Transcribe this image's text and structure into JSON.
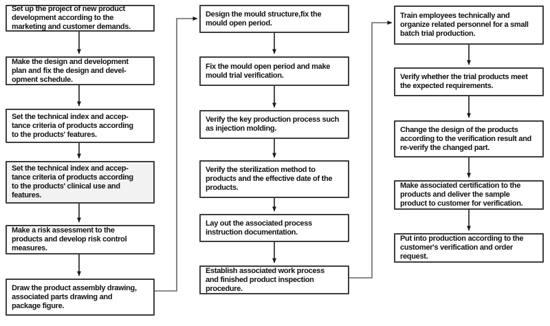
{
  "flowchart": {
    "columns": [
      {
        "name": "design-and-planning",
        "boxes": [
          {
            "text": [
              "Set up the project of new product",
              "development according to the",
              "marketing and customer demands."
            ],
            "highlighted": false
          },
          {
            "text": [
              "Make the design and development",
              "plan and fix the design and devel-",
              "opment schedule."
            ],
            "highlighted": false
          },
          {
            "text": [
              "Set the technical index and accep-",
              "tance criteria of products according",
              "to the products' features."
            ],
            "highlighted": false
          },
          {
            "text": [
              "Set the technical index and accep-",
              "tance criteria of products according",
              "to the products' clinical use and",
              "features."
            ],
            "highlighted": true
          },
          {
            "text": [
              "Make a risk assessment to the",
              "products and develop risk control",
              "measures."
            ],
            "highlighted": false
          },
          {
            "text": [
              "Draw the product assembly drawing,",
              "associated parts drawing and",
              "package figure."
            ],
            "highlighted": false
          }
        ]
      },
      {
        "name": "mould-and-process-verification",
        "boxes": [
          {
            "text": [
              "Design the mould structure,fix the",
              "mould open period."
            ],
            "highlighted": false
          },
          {
            "text": [
              "Fix the mould open period and make",
              "mould trial verification."
            ],
            "highlighted": false
          },
          {
            "text": [
              "Verify the key production process such",
              "as injection molding."
            ],
            "highlighted": false
          },
          {
            "text": [
              "Verify the sterilization method to",
              "products and the effective date of the",
              "products."
            ],
            "highlighted": false
          },
          {
            "text": [
              "Lay out the associated process",
              "instruction documentation."
            ],
            "highlighted": false
          },
          {
            "text": [
              "Establish associated work process",
              "and finished product inspection",
              "procedure."
            ],
            "highlighted": false
          }
        ]
      },
      {
        "name": "trial-and-production",
        "boxes": [
          {
            "text": [
              "Train employees technically and",
              "organize related personnel for a small",
              "batch trial production."
            ],
            "highlighted": false
          },
          {
            "text": [
              "Verify whether the trial products meet",
              "the expected requirements."
            ],
            "highlighted": false
          },
          {
            "text": [
              "Change the design of the products",
              "according to the verification result and",
              "re-verify the changed part."
            ],
            "highlighted": false
          },
          {
            "text": [
              "Make associated certification to the",
              "products and deliver the sample",
              "product to customer for verification."
            ],
            "highlighted": false
          },
          {
            "text": [
              "Put into production according to the",
              "customer's verification and order",
              "request."
            ],
            "highlighted": false
          }
        ]
      }
    ],
    "colors": {
      "background": "#ffffff",
      "box_border": "#3d3d3d",
      "box_fill": "#ffffff",
      "highlight_fill": "#f2f2f2",
      "arrow": "#1a1a1a",
      "connector": "#666666",
      "text": "#111111"
    }
  }
}
